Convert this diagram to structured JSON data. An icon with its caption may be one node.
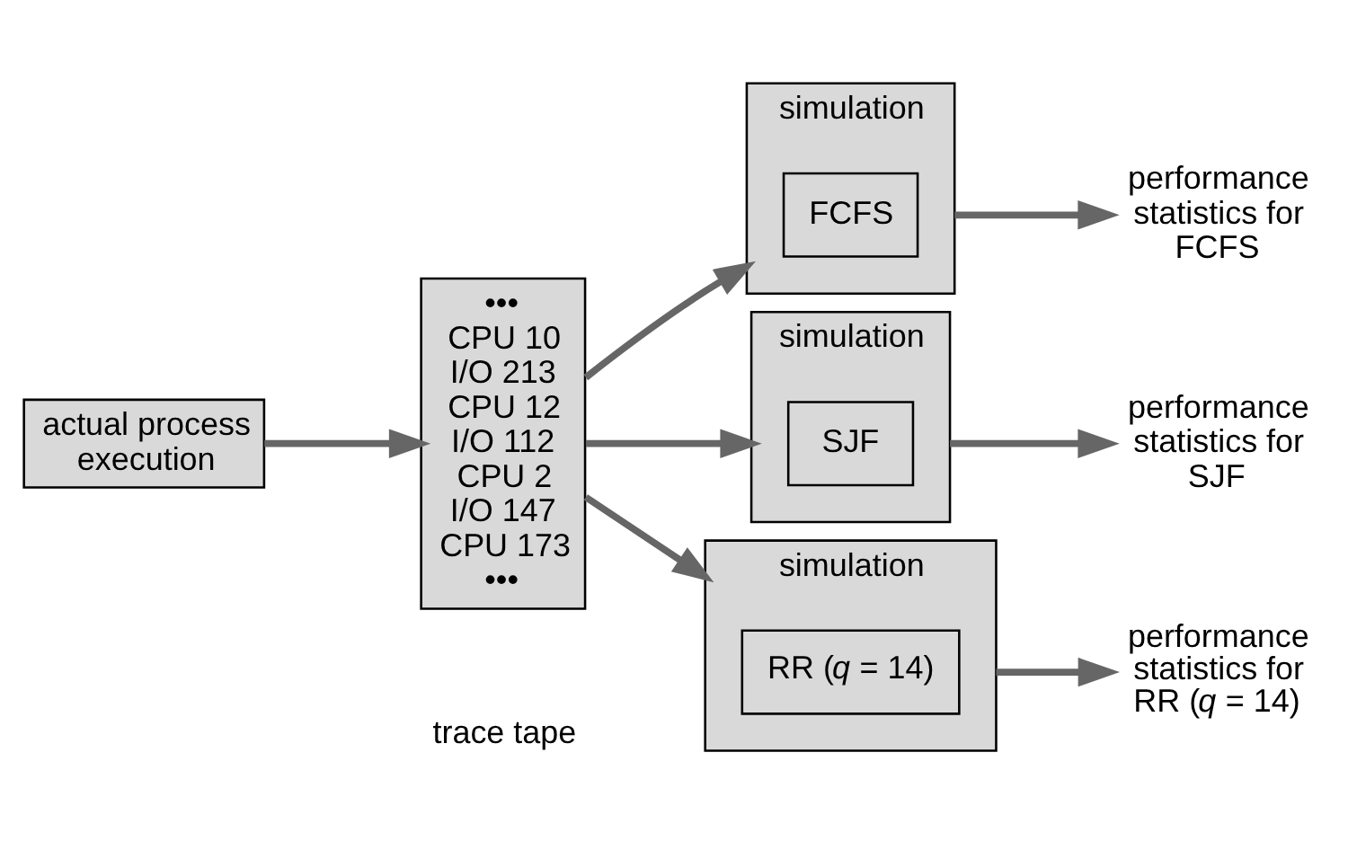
{
  "diagram": {
    "nodes": [
      {
        "text": [
          "actual process execution"
        ]
      },
      {
        "text": [
          "•••",
          "CPU 10",
          "I/O 213",
          "CPU 12",
          "I/O 112",
          "CPU 2",
          "I/O 147",
          "CPU 173",
          "•••"
        ],
        "beside": [
          "trace tape"
        ]
      },
      {
        "text": [
          "simulation"
        ]
      },
      {
        "text": [
          "FCFS"
        ],
        "in": 2
      },
      {
        "text": [
          "performance statistics for FCFS"
        ]
      },
      {
        "text": [
          "simulation"
        ]
      },
      {
        "text": [
          "SJF"
        ],
        "in": 5
      },
      {
        "text": [
          "performance statistics for SJF"
        ]
      },
      {
        "text": [
          "simulation"
        ]
      },
      {
        "text": [
          "RR (*q* = 14)"
        ],
        "in": 8
      },
      {
        "text": [
          "performance statistics for RR (*q* = 14)"
        ]
      }
    ],
    "edges": [
      {
        "from": 0,
        "to": 1,
        "arrow": "to"
      },
      {
        "from": 1,
        "to": 2,
        "arrow": "to"
      },
      {
        "from": 1,
        "to": 5,
        "arrow": "to"
      },
      {
        "from": 1,
        "to": 8,
        "arrow": "to"
      },
      {
        "from": 2,
        "to": 4,
        "arrow": "to"
      },
      {
        "from": 5,
        "to": 7,
        "arrow": "to"
      },
      {
        "from": 8,
        "to": 10,
        "arrow": "to"
      }
    ]
  }
}
